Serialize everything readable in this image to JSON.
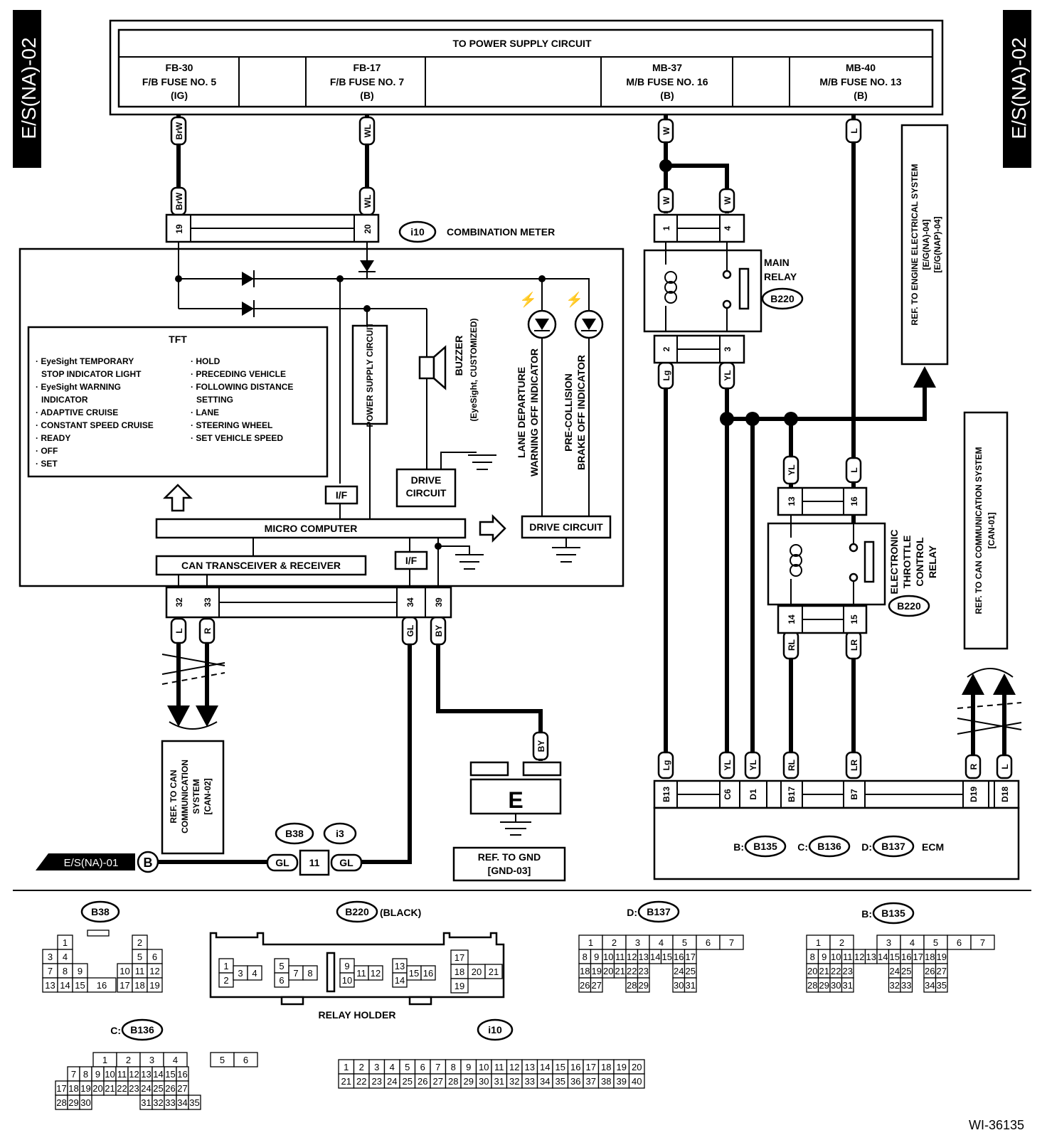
{
  "side_tab": "E/S(NA)-02",
  "power_supply": {
    "title": "TO POWER SUPPLY CIRCUIT",
    "fuses": [
      {
        "id": "FB-30",
        "name": "F/B FUSE NO. 5",
        "type": "(IG)"
      },
      {
        "id": "FB-17",
        "name": "F/B FUSE NO. 7",
        "type": "(B)"
      },
      {
        "id": "MB-37",
        "name": "M/B FUSE NO. 16",
        "type": "(B)"
      },
      {
        "id": "MB-40",
        "name": "M/B FUSE NO. 13",
        "type": "(B)"
      }
    ]
  },
  "combination_meter": {
    "connector": "i10",
    "label": "COMBINATION METER",
    "tft_title": "TFT",
    "tft_items_left": [
      "· EyeSight TEMPORARY",
      "STOP INDICATOR LIGHT",
      "· EyeSight WARNING",
      "INDICATOR",
      "· ADAPTIVE CRUISE",
      "· CONSTANT SPEED CRUISE",
      "· READY",
      "· OFF",
      "· SET"
    ],
    "tft_items_right": [
      "· HOLD",
      "· PRECEDING VEHICLE",
      "· FOLLOWING DISTANCE",
      "SETTING",
      "· LANE",
      "· STEERING WHEEL",
      "· SET VEHICLE SPEED"
    ],
    "power_supply_circuit": "POWER SUPPLY CIRCUIT",
    "buzzer": "BUZZER",
    "buzzer_sub": "(EyeSight, CUSTOMIZED)",
    "drive_circuit_1": [
      "DRIVE",
      "CIRCUIT"
    ],
    "drive_circuit_2": "DRIVE CIRCUIT",
    "lane_departure": [
      "LANE DEPARTURE",
      "WARNING OFF INDICATOR"
    ],
    "pre_collision": [
      "PRE-COLLISION",
      "BRAKE OFF INDICATOR"
    ],
    "if_label": "I/F",
    "micro_computer": "MICRO COMPUTER",
    "can_transceiver": "CAN TRANSCEIVER & RECEIVER"
  },
  "main_relay": {
    "label_1": "MAIN",
    "label_2": "RELAY",
    "connector": "B220"
  },
  "etc_relay": {
    "lines": [
      "ELECTRONIC",
      "THROTTLE",
      "CONTROL",
      "RELAY"
    ],
    "connector": "B220"
  },
  "ref_engine": [
    "REF. TO ENGINE ELECTRICAL SYSTEM",
    "[E/G(NA)-04]",
    "[E/G(NAP)-04]"
  ],
  "ref_can_right": [
    "REF. TO CAN COMMUNICATION SYSTEM",
    "[CAN-01]"
  ],
  "ref_can_left": [
    "REF. TO CAN",
    "COMMUNICATION",
    "SYSTEM",
    "[CAN-02]"
  ],
  "ground": {
    "symbol": "E",
    "ref": "REF. TO GND",
    "code": "[GND-03]"
  },
  "ecm": {
    "label": "ECM",
    "b_prefix": "B:",
    "b": "B135",
    "c_prefix": "C:",
    "c": "B136",
    "d_prefix": "D:",
    "d": "B137"
  },
  "offpage": {
    "label": "E/S(NA)-01",
    "letter": "B"
  },
  "inline": {
    "b38": "B38",
    "i3": "i3",
    "pin": "11",
    "wire": "GL"
  },
  "wires": {
    "BrW": "BrW",
    "WL": "WL",
    "W": "W",
    "L": "L",
    "Lg": "Lg",
    "YL": "YL",
    "R": "R",
    "GL": "GL",
    "BY": "BY",
    "RL": "RL",
    "LR": "LR"
  },
  "pins": {
    "p19": "19",
    "p20": "20",
    "p1": "1",
    "p4": "4",
    "p2": "2",
    "p3": "3",
    "p13": "13",
    "p16": "16",
    "p14": "14",
    "p15": "15",
    "p32": "32",
    "p33": "33",
    "p34": "34",
    "p39": "39",
    "b13": "B13",
    "c6": "C6",
    "d1": "D1",
    "b17": "B17",
    "b7": "B7",
    "d19": "D19",
    "d18": "D18"
  },
  "connectors": {
    "b38": "B38",
    "b220": "B220",
    "b220_color": "(BLACK)",
    "relay_holder": "RELAY HOLDER",
    "b137_prefix": "D:",
    "b137": "B137",
    "b135_prefix": "B:",
    "b135": "B135",
    "b136_prefix": "C:",
    "b136": "B136",
    "i10": "i10"
  },
  "figure_id": "WI-36135"
}
